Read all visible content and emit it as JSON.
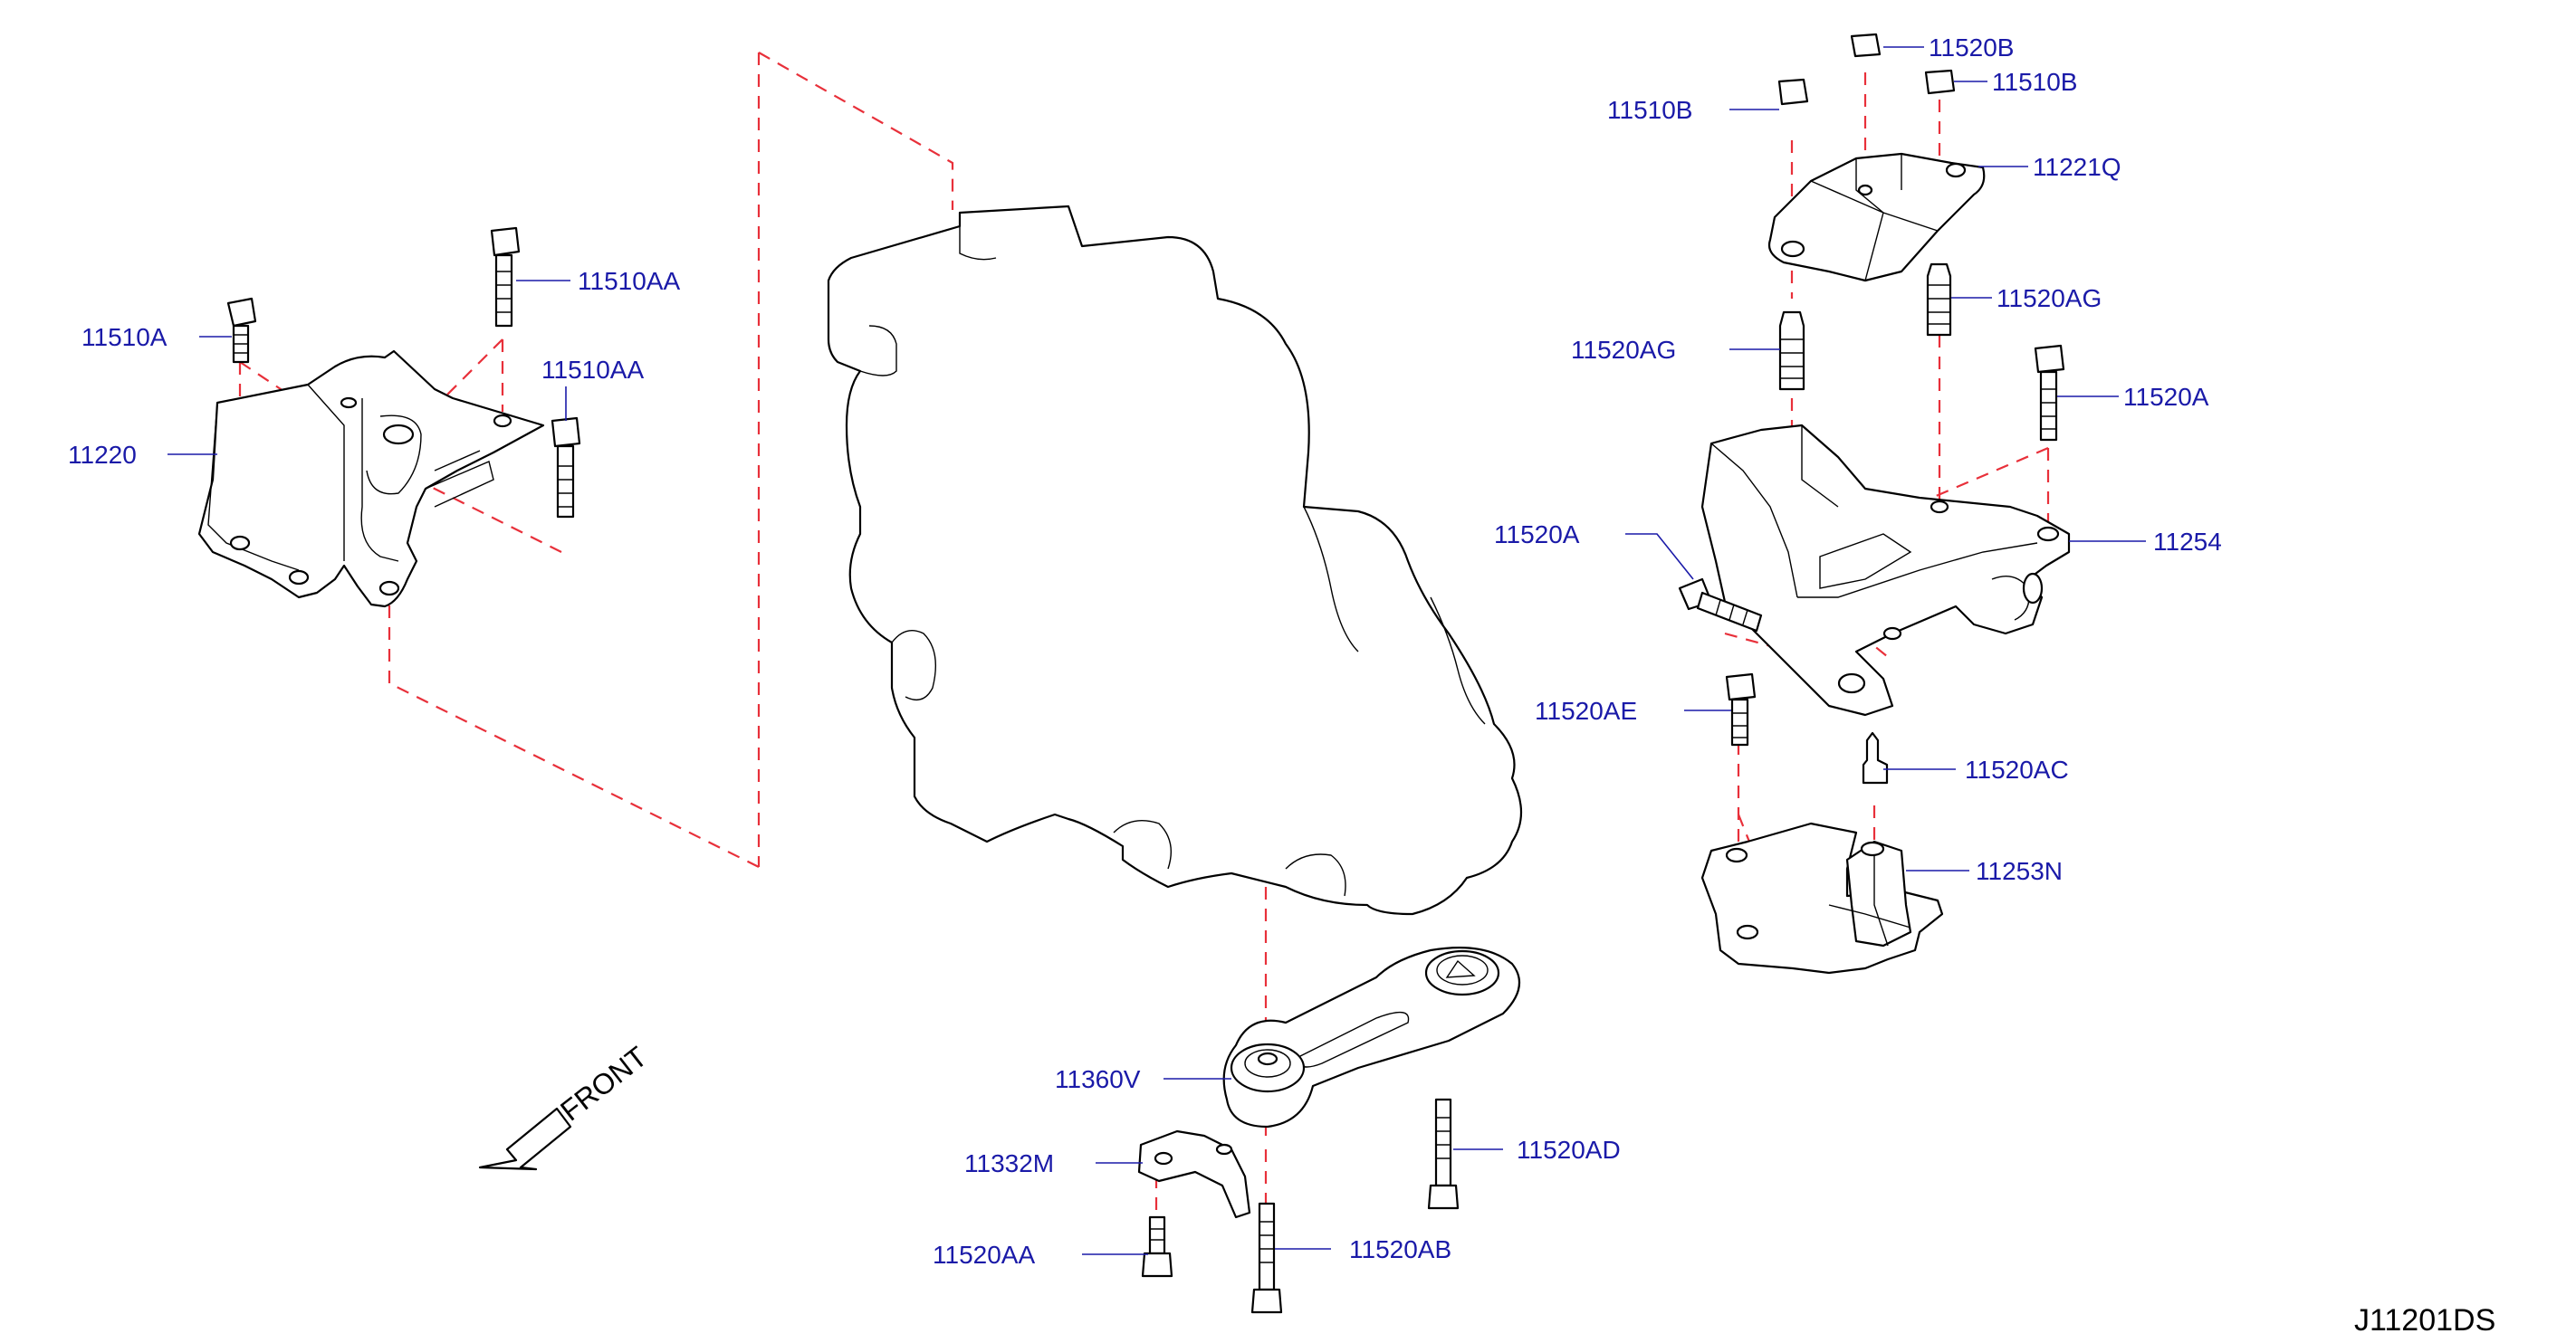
{
  "diagram_code": "J11201DS",
  "front_label": "FRONT",
  "colors": {
    "label": "#1a1aa8",
    "guide_line": "#e8303a",
    "part_outline": "#000000"
  },
  "labels": {
    "l11520B": "11520B",
    "l11510B_top": "11510B",
    "l11510B_left": "11510B",
    "l11221Q": "11221Q",
    "l11520AG_right": "11520AG",
    "l11520AG_left": "11520AG",
    "l11520A_right": "11520A",
    "l11254": "11254",
    "l11520A_left": "11520A",
    "l11520AE": "11520AE",
    "l11520AC": "11520AC",
    "l11253N": "11253N",
    "l11510AA_top": "11510AA",
    "l11510A": "11510A",
    "l11510AA_mid": "11510AA",
    "l11220": "11220",
    "l11360V": "11360V",
    "l11332M": "11332M",
    "l11520AD": "11520AD",
    "l11520AA": "11520AA",
    "l11520AB": "11520AB"
  }
}
